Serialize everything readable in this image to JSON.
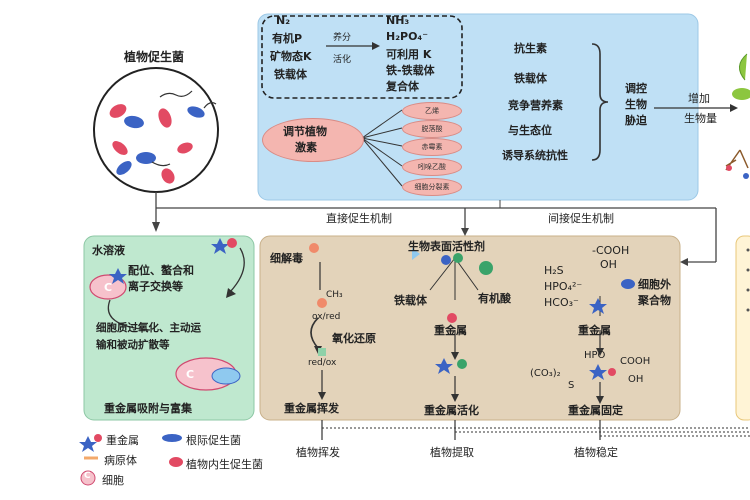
{
  "pgpr_title": "植物促生菌",
  "direct": {
    "n2": "N₂",
    "organic_p": "有机P",
    "mineral_k": "矿物态K",
    "siderophore": "铁载体",
    "process1": "养分",
    "process2": "活化",
    "nh3": "NH₃",
    "h2po4": "H₂PO₄⁻",
    "avail_k": "可利用 K",
    "fe_complex": "铁-铁载体",
    "complex": "复合体",
    "hormone1": "调节植物",
    "hormone2": "激素",
    "hormones": [
      "乙烯",
      "脱落酸",
      "赤霉素",
      "吲哚乙酸",
      "细胞分裂素"
    ],
    "label": "直接促生机制"
  },
  "indirect": {
    "items": [
      "抗生素",
      "铁载体",
      "竞争营养素",
      "与生态位",
      "诱导系统抗性"
    ],
    "regulate": [
      "调控",
      "生物",
      "胁迫"
    ],
    "label": "间接促生机制"
  },
  "increase": [
    "增加",
    "生物量"
  ],
  "adsorption": {
    "solution": "水溶液",
    "coord1": "配位、螯合和",
    "coord2": "离子交换等",
    "cell1": "细胞质过氧化、主动运",
    "cell2": "输和被动扩散等",
    "c1": "C",
    "c2": "C",
    "title": "重金属吸附与富集"
  },
  "transform": {
    "lysis": "细解毒",
    "ch3": "CH₃",
    "oxred": "ox/red",
    "redox": "氧化还原",
    "redox2": "red/ox",
    "volat": "重金属挥发",
    "surfactant": "生物表面活性剂",
    "fe_sid": "铁载体",
    "org_acid": "有机酸",
    "hm1": "重金属",
    "activation": "重金属活化",
    "cooh": "-COOH",
    "oh": "OH",
    "h2s": "H₂S",
    "hpo4": "HPO₄²⁻",
    "hco3": "HCO₃⁻",
    "eps1": "细胞外",
    "eps2": "聚合物",
    "hm2": "重金属",
    "hpo": "HPO",
    "cooh2": "COOH",
    "co3": "(CO₃)₂",
    "s": "S",
    "oh2": "OH",
    "fix": "重金属固定"
  },
  "bottom": [
    "植物挥发",
    "植物提取",
    "植物稳定"
  ],
  "legend": {
    "hm": "重金属",
    "rhizo": "根际促生菌",
    "pathogen": "病原体",
    "endo": "植物内生促生菌",
    "cell": "细胞",
    "c": "C"
  },
  "colors": {
    "blue_panel": "#bfe0f5",
    "green_panel": "#bfe8cf",
    "tan_panel": "#e3d3ba",
    "pink": "#f4b6b0"
  }
}
